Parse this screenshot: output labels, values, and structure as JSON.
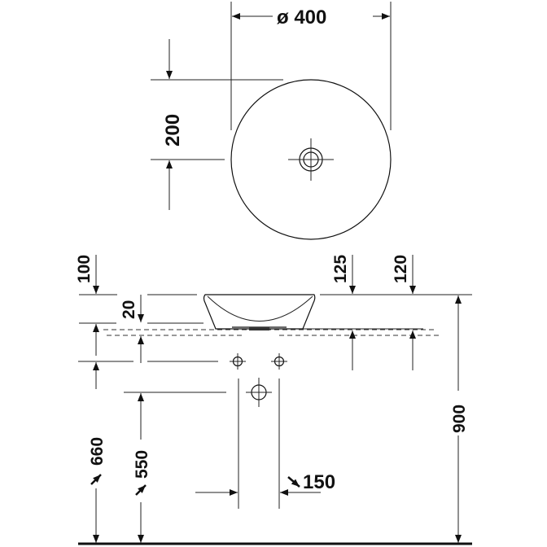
{
  "drawing": {
    "top_view": {
      "diameter_label": "ø 400",
      "depth_label": "200"
    },
    "side_view": {
      "labels": {
        "d100": "100",
        "d20": "20",
        "d125": "125",
        "d120": "120",
        "d900": "900",
        "d660": "660",
        "d550": "550",
        "d150": "150"
      }
    }
  }
}
